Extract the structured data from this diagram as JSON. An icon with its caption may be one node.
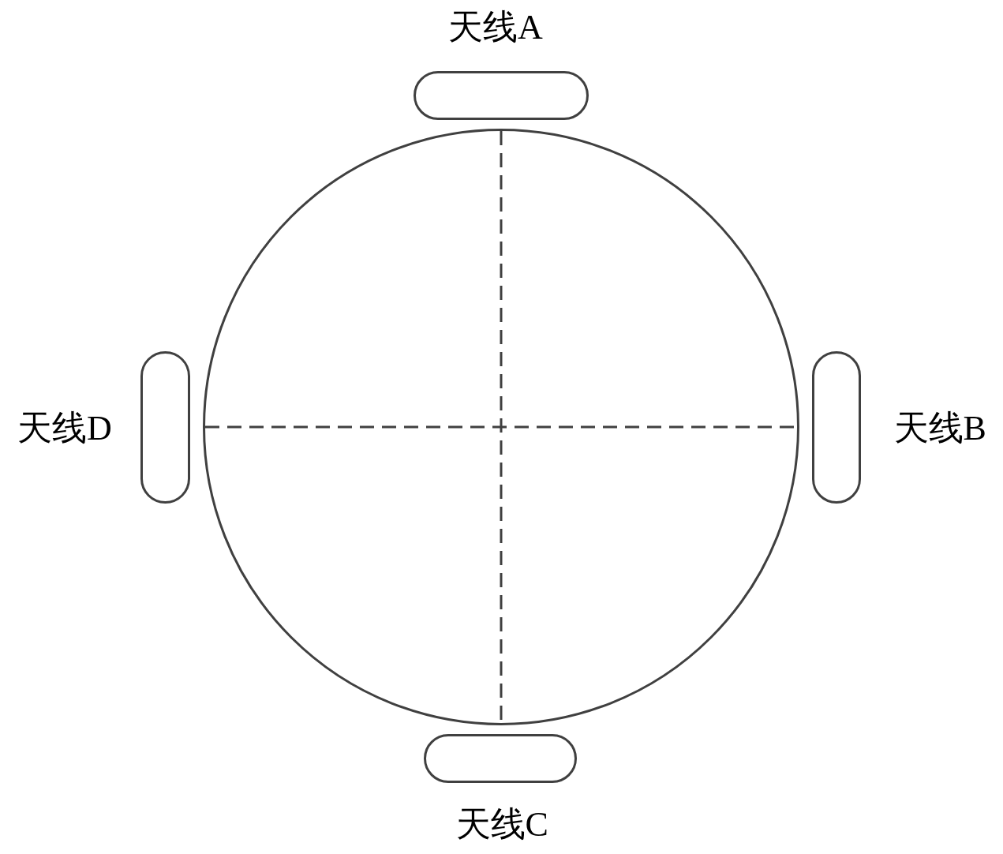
{
  "diagram": {
    "nodes": [
      {
        "text": [
          "天线A"
        ]
      },
      {
        "text": [
          "天线D"
        ]
      },
      {
        "text": [
          "天线B"
        ]
      },
      {
        "text": [
          "天线C"
        ]
      },
      {
        "text": [],
        "shape": "circle"
      }
    ]
  }
}
